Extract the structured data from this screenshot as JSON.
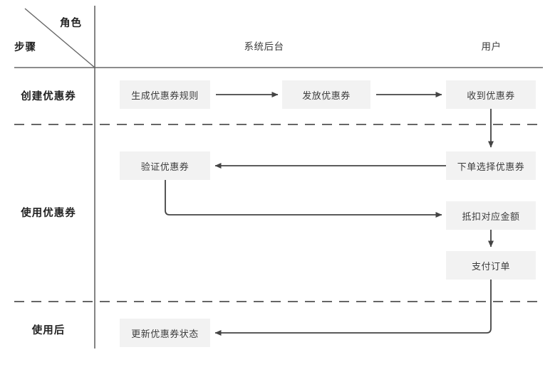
{
  "diagram": {
    "corner": {
      "role_label": "角色",
      "step_label": "步骤"
    },
    "columns": [
      {
        "id": "system",
        "label": "系统后台"
      },
      {
        "id": "user",
        "label": "用户"
      }
    ],
    "rows": [
      {
        "id": "create",
        "label": "创建优惠券"
      },
      {
        "id": "use",
        "label": "使用优惠券"
      },
      {
        "id": "after",
        "label": "使用后"
      }
    ],
    "nodes": [
      {
        "id": "n1",
        "label": "生成优惠券规则",
        "row": "create",
        "column": "system"
      },
      {
        "id": "n2",
        "label": "发放优惠券",
        "row": "create",
        "column": "system"
      },
      {
        "id": "n3",
        "label": "收到优惠券",
        "row": "create",
        "column": "user"
      },
      {
        "id": "n4",
        "label": "验证优惠券",
        "row": "use",
        "column": "system"
      },
      {
        "id": "n5",
        "label": "下单选择优惠券",
        "row": "use",
        "column": "user"
      },
      {
        "id": "n6",
        "label": "抵扣对应金额",
        "row": "use",
        "column": "user"
      },
      {
        "id": "n7",
        "label": "支付订单",
        "row": "use",
        "column": "user"
      },
      {
        "id": "n8",
        "label": "更新优惠券状态",
        "row": "after",
        "column": "system"
      }
    ],
    "edges": [
      {
        "from": "n1",
        "to": "n2",
        "kind": "straight-right"
      },
      {
        "from": "n2",
        "to": "n3",
        "kind": "straight-right"
      },
      {
        "from": "n3",
        "to": "n5",
        "kind": "straight-down"
      },
      {
        "from": "n5",
        "to": "n4",
        "kind": "straight-left"
      },
      {
        "from": "n4",
        "to": "n6",
        "kind": "elbow-down-right"
      },
      {
        "from": "n6",
        "to": "n7",
        "kind": "straight-down"
      },
      {
        "from": "n7",
        "to": "n8",
        "kind": "elbow-down-left"
      }
    ],
    "colors": {
      "node_fill": "#f2f2f2",
      "node_text": "#3c3c3c",
      "line": "#444444",
      "divider": "#666666",
      "background": "#ffffff"
    }
  }
}
